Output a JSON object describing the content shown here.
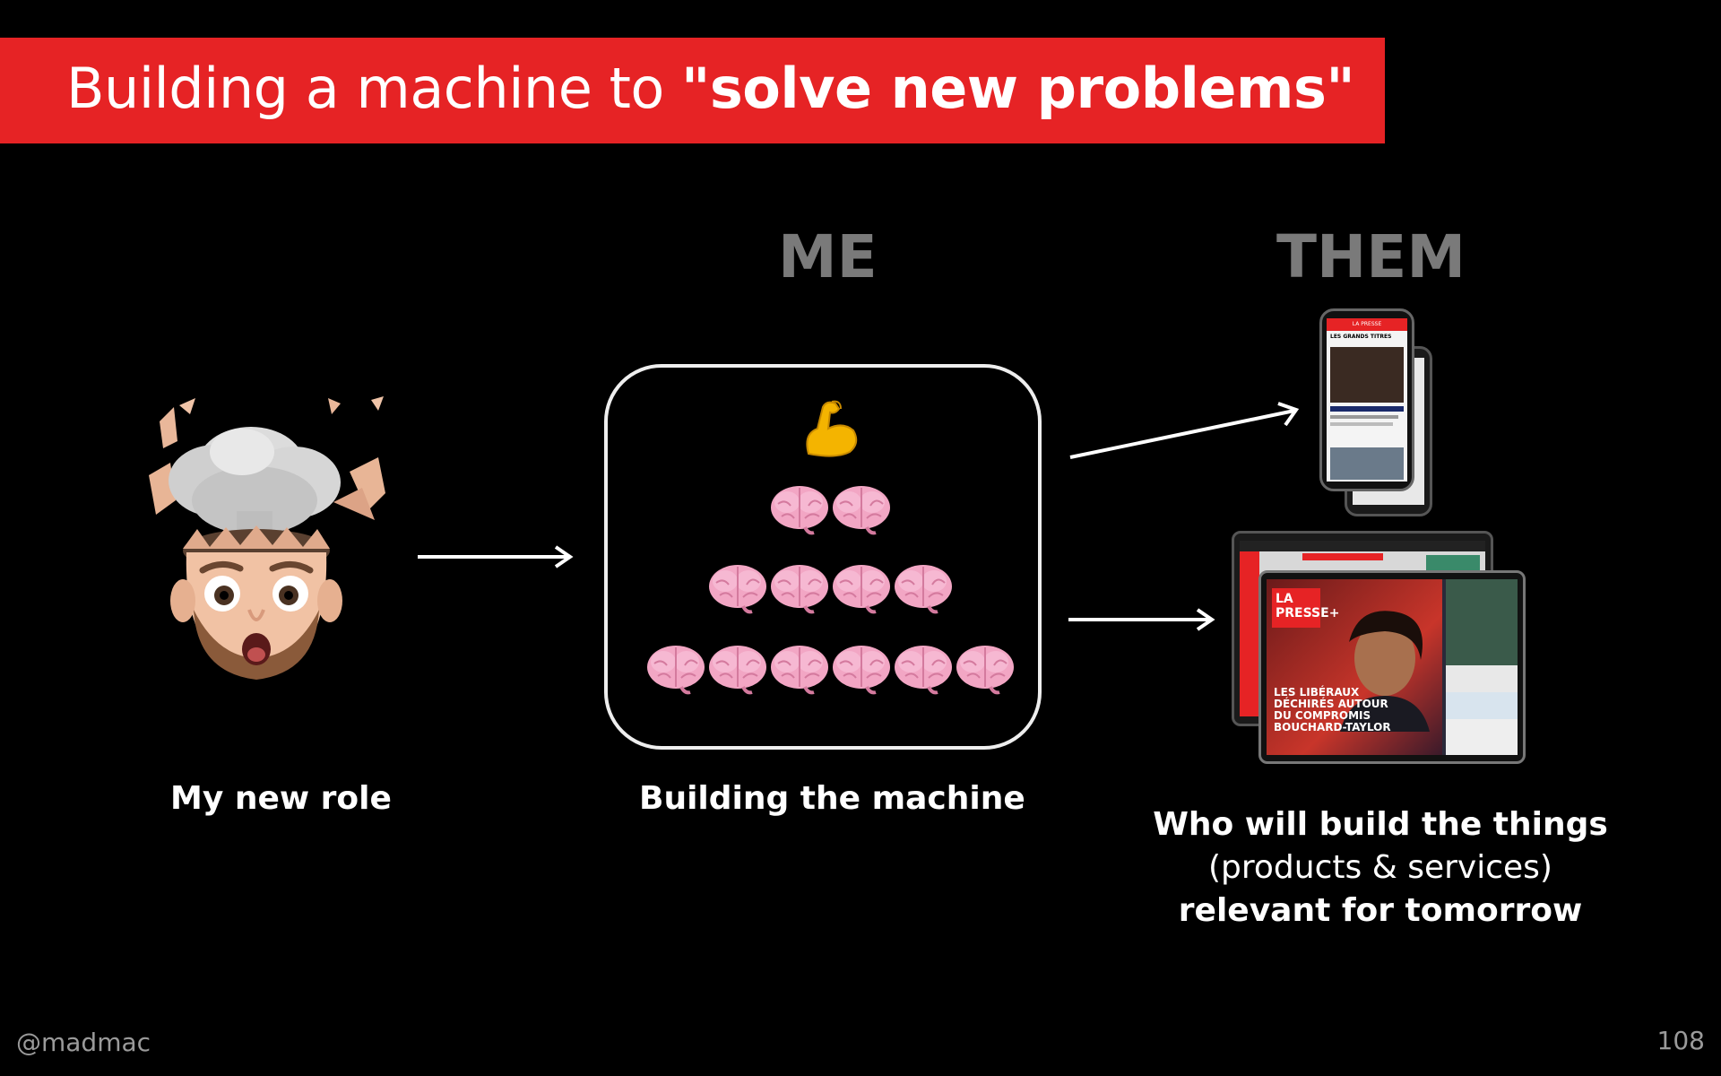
{
  "slide": {
    "title_prefix": "Building a machine to ",
    "title_emphasis": "\"solve new problems\"",
    "heading_me": "ME",
    "heading_them": "THEM",
    "caption_role": "My new role",
    "caption_machine": "Building the machine",
    "caption_them_line1": "Who will build the things",
    "caption_them_line2": "(products & services)",
    "caption_them_line3": "relevant for tomorrow",
    "footer_handle": "@madmac",
    "page_number": "108"
  },
  "phone_screen": {
    "app_label": "LA PRESSE",
    "section": "LES GRANDS TITRES"
  },
  "tablet_screen": {
    "logo_line1": "LA",
    "logo_line2": "PRESSE+",
    "headline_1": "LES LIBÉRAUX",
    "headline_2": "DÉCHIRÉS AUTOUR",
    "headline_3": "DU COMPROMIS",
    "headline_4": "BOUCHARD-TAYLOR"
  },
  "colors": {
    "title_bar": "#e62325",
    "heading_gray": "#7a7a7a",
    "brain_pink": "#f2a6c4"
  },
  "icons": [
    "exploding-head-memoji-icon",
    "flexed-biceps-icon",
    "brain-icon",
    "arrow-right-icon",
    "smartphone-icon",
    "tablet-icon"
  ]
}
